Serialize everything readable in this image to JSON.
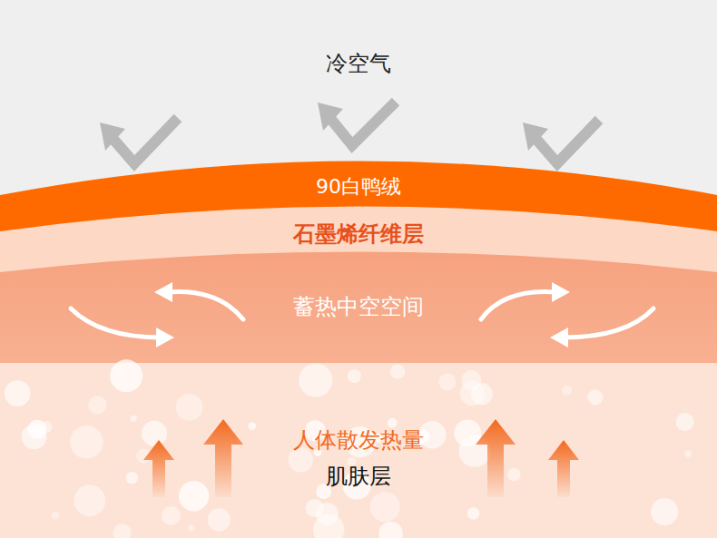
{
  "diagram": {
    "nodes": [
      {
        "text": [
          "冷空气"
        ]
      },
      {
        "text": [
          "90白鸭绒"
        ]
      },
      {
        "text": [
          "石墨烯纤维层"
        ]
      },
      {
        "text": [
          "蓄热中空空间"
        ]
      },
      {
        "text": [
          "人体散发热量",
          "肌肤层"
        ]
      }
    ]
  }
}
